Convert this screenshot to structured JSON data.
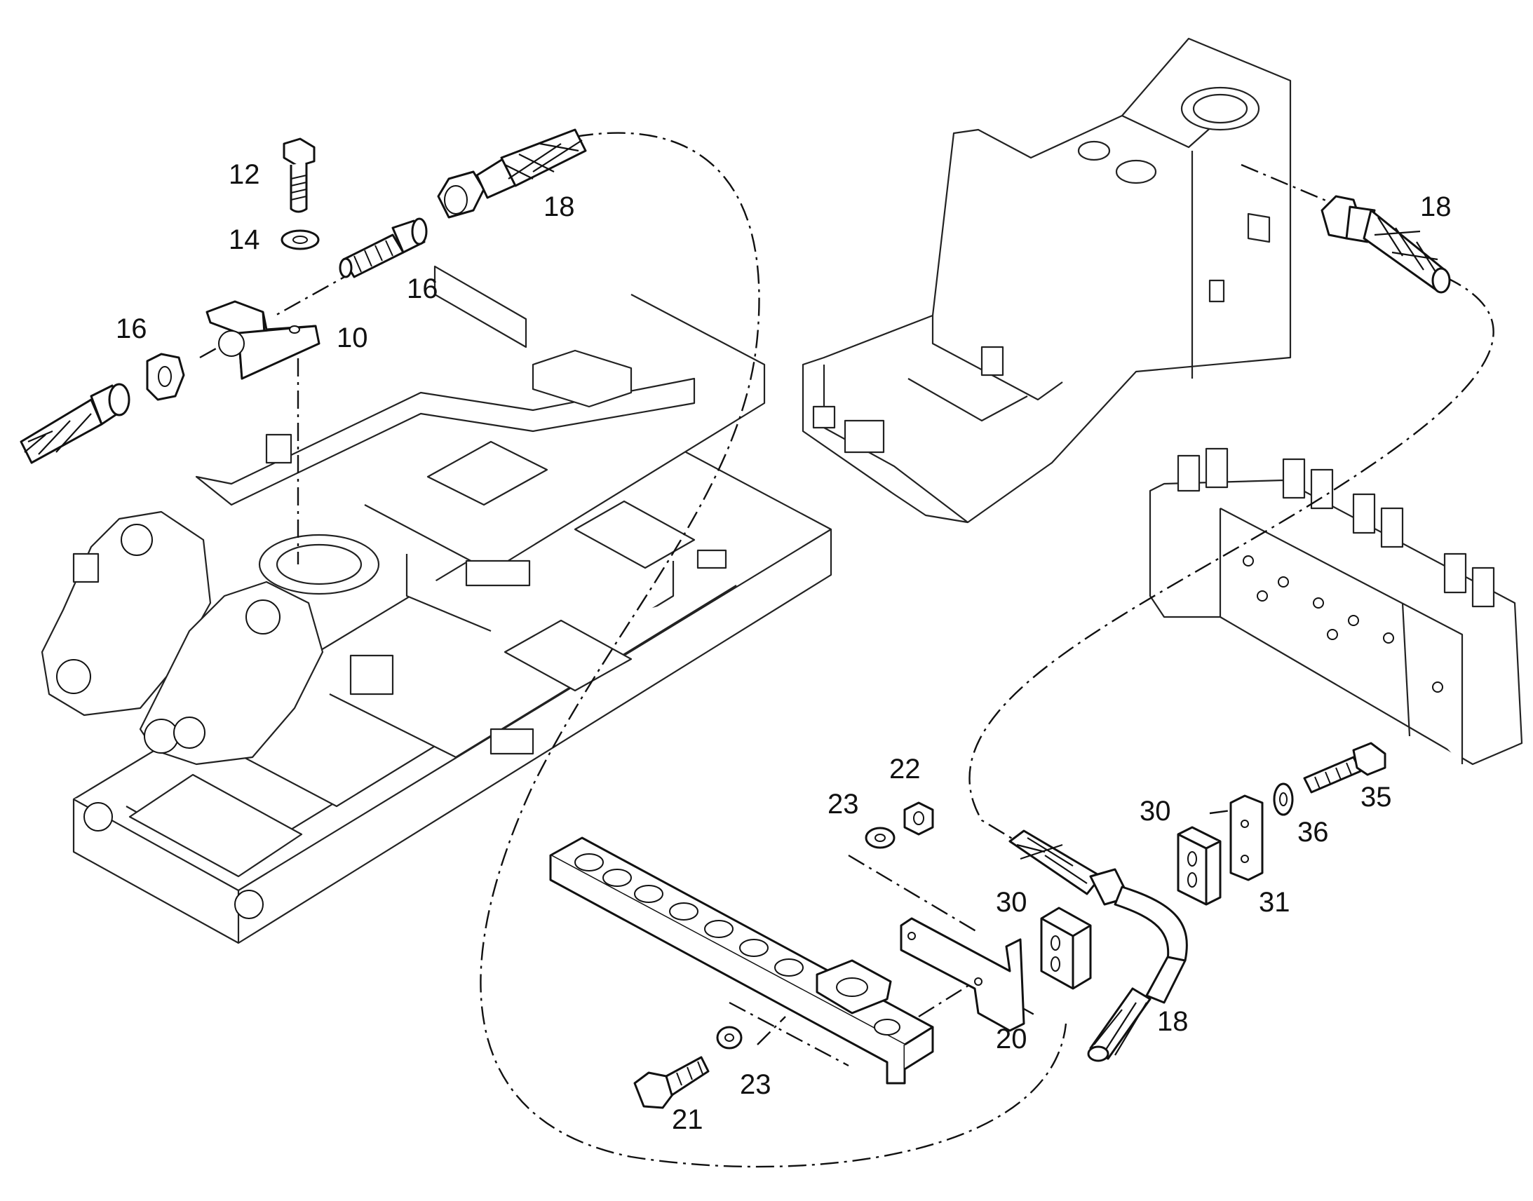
{
  "callouts": [
    {
      "id": "c12",
      "text": "12"
    },
    {
      "id": "c14",
      "text": "14"
    },
    {
      "id": "c16a",
      "text": "16"
    },
    {
      "id": "c16b",
      "text": "16"
    },
    {
      "id": "c10",
      "text": "10"
    },
    {
      "id": "c18a",
      "text": "18"
    },
    {
      "id": "c18b",
      "text": "18"
    },
    {
      "id": "c18c",
      "text": "18"
    },
    {
      "id": "c22",
      "text": "22"
    },
    {
      "id": "c23a",
      "text": "23"
    },
    {
      "id": "c23b",
      "text": "23"
    },
    {
      "id": "c30a",
      "text": "30"
    },
    {
      "id": "c30b",
      "text": "30"
    },
    {
      "id": "c31",
      "text": "31"
    },
    {
      "id": "c35",
      "text": "35"
    },
    {
      "id": "c36",
      "text": "36"
    },
    {
      "id": "c20",
      "text": "20"
    },
    {
      "id": "c21",
      "text": "21"
    }
  ]
}
